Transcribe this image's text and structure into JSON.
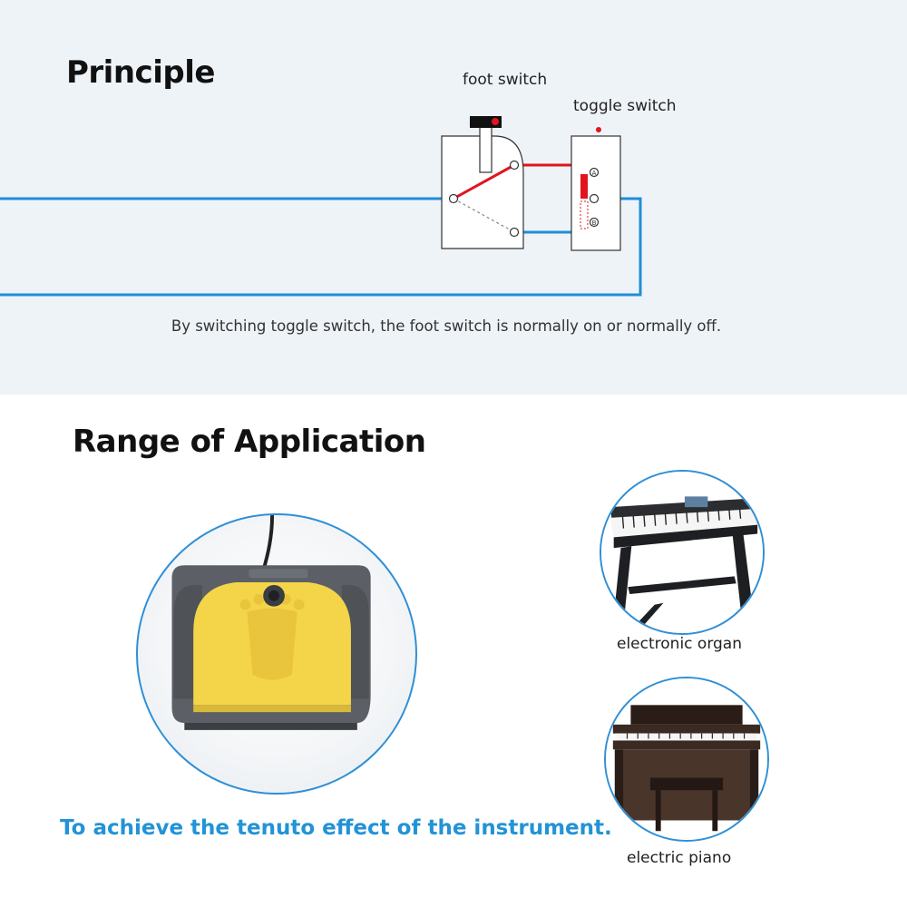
{
  "principle": {
    "title": "Principle",
    "foot_switch_label": "foot switch",
    "toggle_switch_label": "toggle switch",
    "terminal_a": "A",
    "terminal_b": "B",
    "caption": "By switching toggle switch, the foot switch is normally on or normally off."
  },
  "application": {
    "title": "Range of Application",
    "items": [
      {
        "label": "electronic organ"
      },
      {
        "label": "electric piano"
      }
    ],
    "tagline": "To achieve the tenuto effect of the instrument."
  },
  "colors": {
    "wire_blue": "#1f8ed6",
    "wire_red": "#e0151f",
    "accent_text": "#2293d6",
    "panel_bg": "#eef3f8",
    "pedal_yellow": "#f4d54a",
    "pedal_gray": "#5c6066"
  }
}
